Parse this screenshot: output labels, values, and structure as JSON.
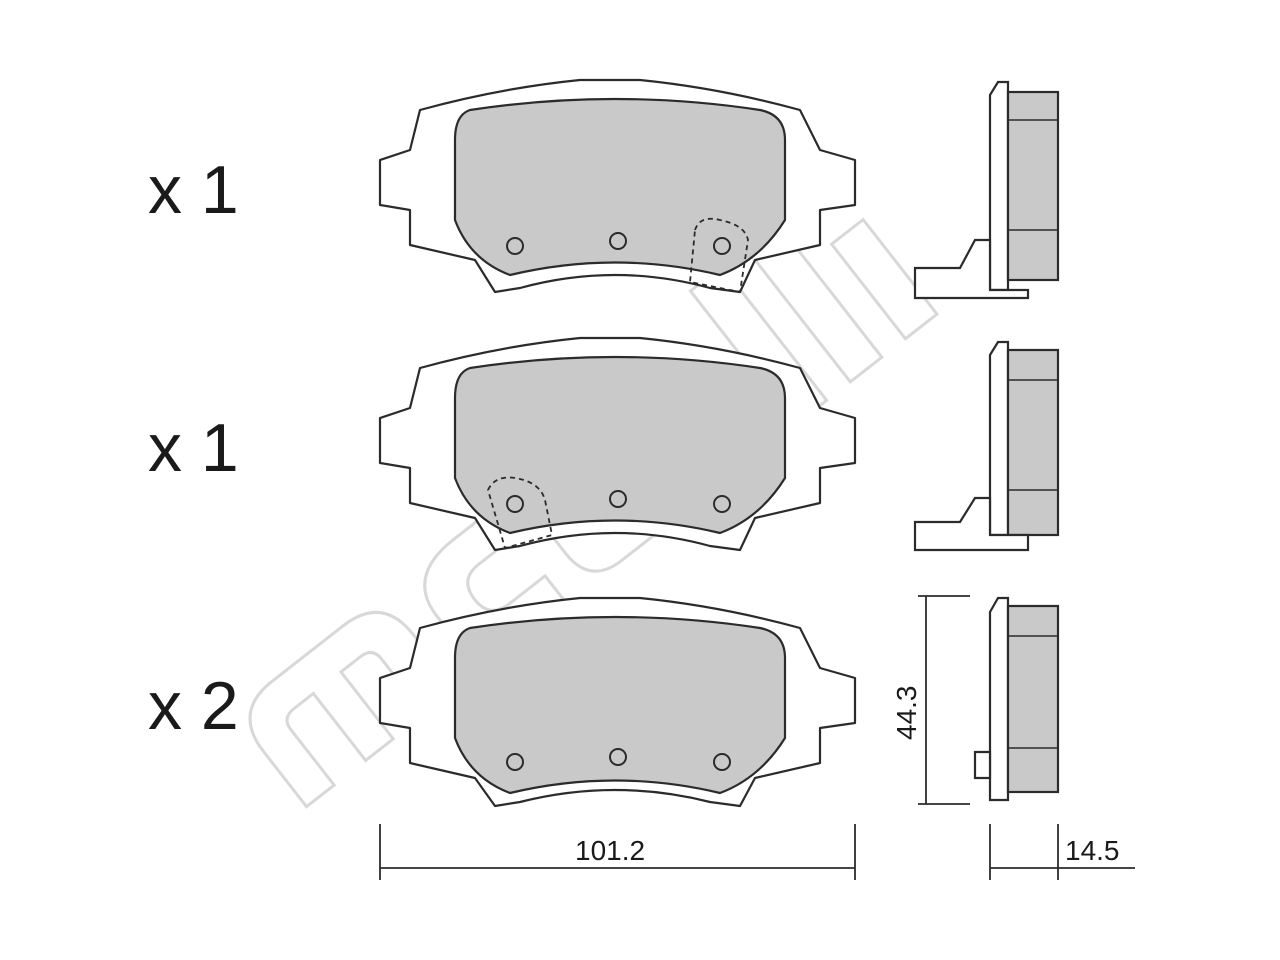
{
  "quantities": {
    "pad1": "x 1",
    "pad2": "x 1",
    "pad3": "x 2"
  },
  "dimensions": {
    "width": "101.2",
    "height": "44.3",
    "thickness": "14.5"
  },
  "watermark": "metelli",
  "colors": {
    "lining": "#c9c9c9",
    "outline": "#2b2b2b",
    "background": "#ffffff"
  }
}
